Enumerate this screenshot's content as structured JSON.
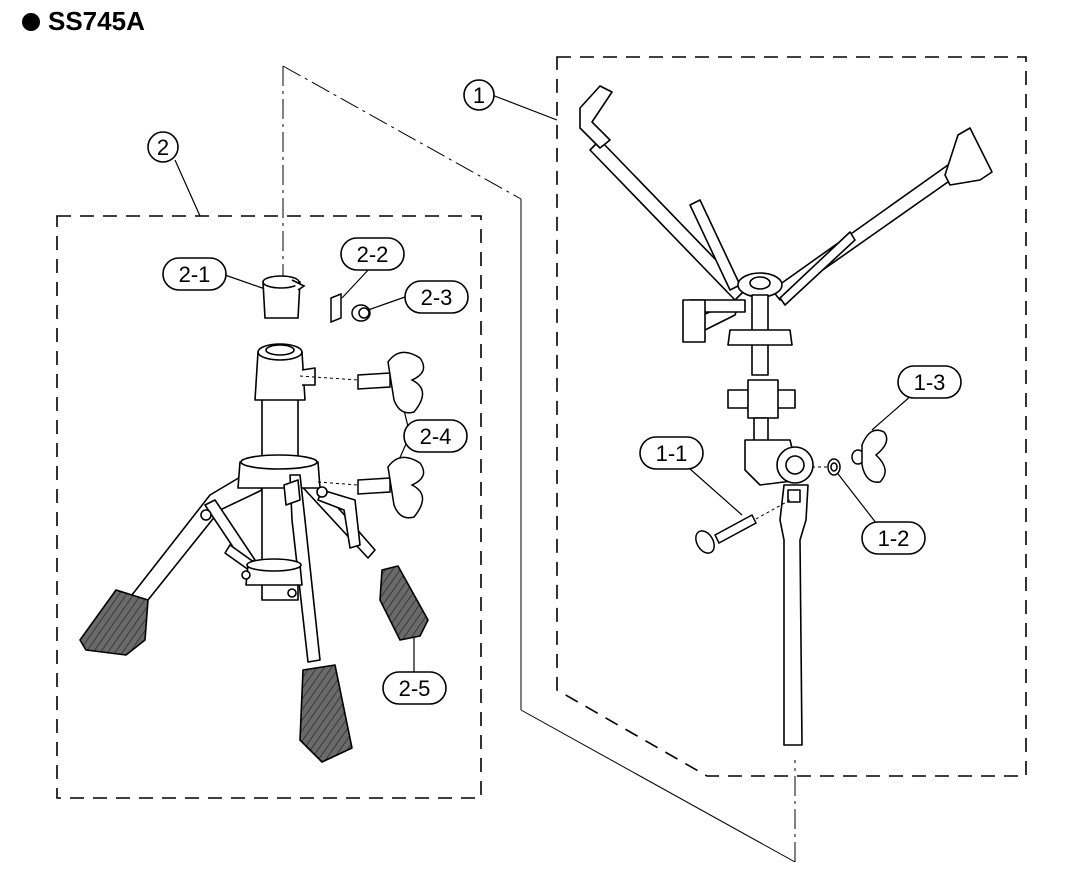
{
  "model": "SS745A",
  "callouts": {
    "c1": "1",
    "c2": "2",
    "c1_1": "1-1",
    "c1_2": "1-2",
    "c1_3": "1-3",
    "c2_1": "2-1",
    "c2_2": "2-2",
    "c2_3": "2-3",
    "c2_4": "2-4",
    "c2_5": "2-5"
  },
  "colors": {
    "line": "#000000",
    "rubber": "#555555",
    "metal_fill": "#ffffff"
  }
}
